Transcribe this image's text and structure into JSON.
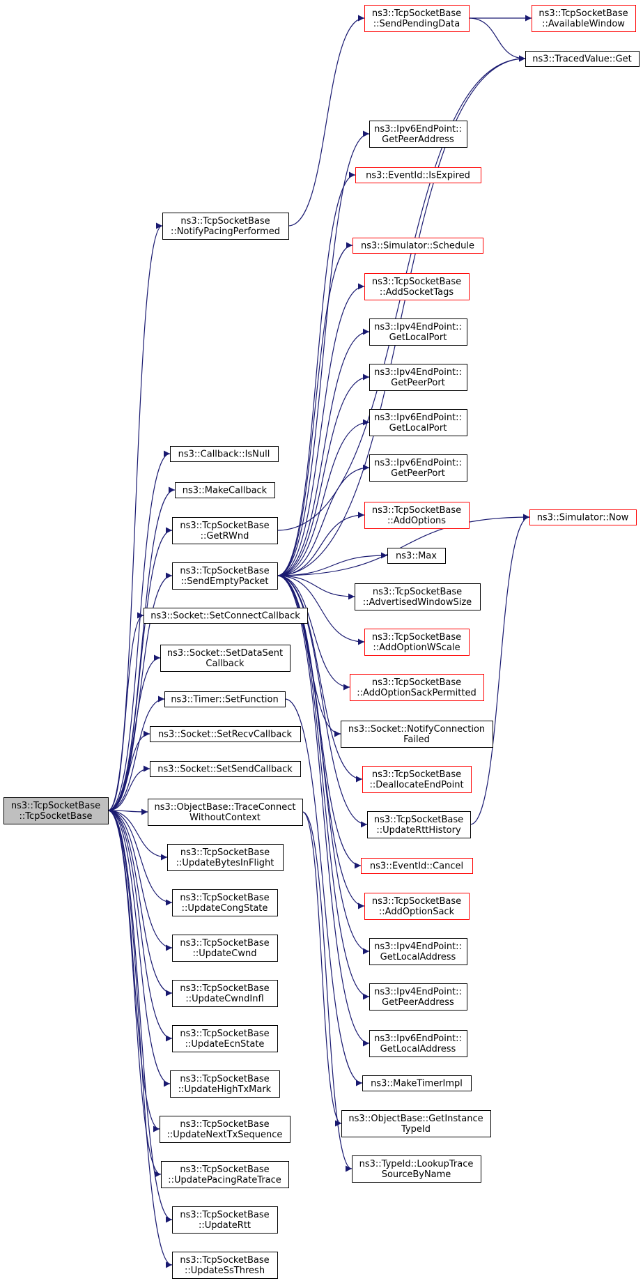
{
  "colors": {
    "edge": "#191970",
    "border_normal": "#000000",
    "border_red": "#ff0000",
    "root_fill": "#bfbfbf",
    "node_fill": "#ffffff"
  },
  "nodes": [
    {
      "id": "root",
      "lines": [
        "ns3::TcpSocketBase",
        "::TcpSocketBase"
      ],
      "style": "root"
    },
    {
      "id": "notifyPacing",
      "lines": [
        "ns3::TcpSocketBase",
        "::NotifyPacingPerformed"
      ],
      "style": "normal"
    },
    {
      "id": "callbackIsNull",
      "lines": [
        "ns3::Callback::IsNull"
      ],
      "style": "normal"
    },
    {
      "id": "makeCallback",
      "lines": [
        "ns3::MakeCallback"
      ],
      "style": "normal"
    },
    {
      "id": "getRWnd",
      "lines": [
        "ns3::TcpSocketBase",
        "::GetRWnd"
      ],
      "style": "normal"
    },
    {
      "id": "sendEmpty",
      "lines": [
        "ns3::TcpSocketBase",
        "::SendEmptyPacket"
      ],
      "style": "normal"
    },
    {
      "id": "setConnectCb",
      "lines": [
        "ns3::Socket::SetConnectCallback"
      ],
      "style": "normal"
    },
    {
      "id": "setDataSentCb",
      "lines": [
        "ns3::Socket::SetDataSent",
        "Callback"
      ],
      "style": "normal"
    },
    {
      "id": "timerSetFunction",
      "lines": [
        "ns3::Timer::SetFunction"
      ],
      "style": "normal"
    },
    {
      "id": "setRecvCb",
      "lines": [
        "ns3::Socket::SetRecvCallback"
      ],
      "style": "normal"
    },
    {
      "id": "setSendCb",
      "lines": [
        "ns3::Socket::SetSendCallback"
      ],
      "style": "normal"
    },
    {
      "id": "traceConnect",
      "lines": [
        "ns3::ObjectBase::TraceConnect",
        "WithoutContext"
      ],
      "style": "normal"
    },
    {
      "id": "updBytesInFlight",
      "lines": [
        "ns3::TcpSocketBase",
        "::UpdateBytesInFlight"
      ],
      "style": "normal"
    },
    {
      "id": "updCongState",
      "lines": [
        "ns3::TcpSocketBase",
        "::UpdateCongState"
      ],
      "style": "normal"
    },
    {
      "id": "updCwnd",
      "lines": [
        "ns3::TcpSocketBase",
        "::UpdateCwnd"
      ],
      "style": "normal"
    },
    {
      "id": "updCwndInfl",
      "lines": [
        "ns3::TcpSocketBase",
        "::UpdateCwndInfl"
      ],
      "style": "normal"
    },
    {
      "id": "updEcnState",
      "lines": [
        "ns3::TcpSocketBase",
        "::UpdateEcnState"
      ],
      "style": "normal"
    },
    {
      "id": "updHighTxMark",
      "lines": [
        "ns3::TcpSocketBase",
        "::UpdateHighTxMark"
      ],
      "style": "normal"
    },
    {
      "id": "updNextTxSeq",
      "lines": [
        "ns3::TcpSocketBase",
        "::UpdateNextTxSequence"
      ],
      "style": "normal"
    },
    {
      "id": "updPacingRate",
      "lines": [
        "ns3::TcpSocketBase",
        "::UpdatePacingRateTrace"
      ],
      "style": "normal"
    },
    {
      "id": "updRtt",
      "lines": [
        "ns3::TcpSocketBase",
        "::UpdateRtt"
      ],
      "style": "normal"
    },
    {
      "id": "updSsThresh",
      "lines": [
        "ns3::TcpSocketBase",
        "::UpdateSsThresh"
      ],
      "style": "normal"
    },
    {
      "id": "sendPending",
      "lines": [
        "ns3::TcpSocketBase",
        "::SendPendingData"
      ],
      "style": "red"
    },
    {
      "id": "tracedGet",
      "lines": [
        "ns3::TracedValue::Get"
      ],
      "style": "normal"
    },
    {
      "id": "ipv6GetPeerAddr",
      "lines": [
        "ns3::Ipv6EndPoint::",
        "GetPeerAddress"
      ],
      "style": "normal"
    },
    {
      "id": "eventIsExpired",
      "lines": [
        "ns3::EventId::IsExpired"
      ],
      "style": "red"
    },
    {
      "id": "simSchedule",
      "lines": [
        "ns3::Simulator::Schedule"
      ],
      "style": "red"
    },
    {
      "id": "addSocketTags",
      "lines": [
        "ns3::TcpSocketBase",
        "::AddSocketTags"
      ],
      "style": "red"
    },
    {
      "id": "ipv4GetLocalPort",
      "lines": [
        "ns3::Ipv4EndPoint::",
        "GetLocalPort"
      ],
      "style": "normal"
    },
    {
      "id": "ipv4GetPeerPort",
      "lines": [
        "ns3::Ipv4EndPoint::",
        "GetPeerPort"
      ],
      "style": "normal"
    },
    {
      "id": "ipv6GetLocalPort",
      "lines": [
        "ns3::Ipv6EndPoint::",
        "GetLocalPort"
      ],
      "style": "normal"
    },
    {
      "id": "ipv6GetPeerPort",
      "lines": [
        "ns3::Ipv6EndPoint::",
        "GetPeerPort"
      ],
      "style": "normal"
    },
    {
      "id": "addOptions",
      "lines": [
        "ns3::TcpSocketBase",
        "::AddOptions"
      ],
      "style": "red"
    },
    {
      "id": "max",
      "lines": [
        "ns3::Max"
      ],
      "style": "normal"
    },
    {
      "id": "advWindow",
      "lines": [
        "ns3::TcpSocketBase",
        "::AdvertisedWindowSize"
      ],
      "style": "normal"
    },
    {
      "id": "addOptionWScale",
      "lines": [
        "ns3::TcpSocketBase",
        "::AddOptionWScale"
      ],
      "style": "red"
    },
    {
      "id": "addOptionSackPerm",
      "lines": [
        "ns3::TcpSocketBase",
        "::AddOptionSackPermitted"
      ],
      "style": "red"
    },
    {
      "id": "notifyConnFailed",
      "lines": [
        "ns3::Socket::NotifyConnection",
        "Failed"
      ],
      "style": "normal"
    },
    {
      "id": "deallocEndPoint",
      "lines": [
        "ns3::TcpSocketBase",
        "::DeallocateEndPoint"
      ],
      "style": "red"
    },
    {
      "id": "updRttHistory",
      "lines": [
        "ns3::TcpSocketBase",
        "::UpdateRttHistory"
      ],
      "style": "normal"
    },
    {
      "id": "eventCancel",
      "lines": [
        "ns3::EventId::Cancel"
      ],
      "style": "red"
    },
    {
      "id": "addOptionSack",
      "lines": [
        "ns3::TcpSocketBase",
        "::AddOptionSack"
      ],
      "style": "red"
    },
    {
      "id": "ipv4GetLocalAddr",
      "lines": [
        "ns3::Ipv4EndPoint::",
        "GetLocalAddress"
      ],
      "style": "normal"
    },
    {
      "id": "ipv4GetPeerAddr",
      "lines": [
        "ns3::Ipv4EndPoint::",
        "GetPeerAddress"
      ],
      "style": "normal"
    },
    {
      "id": "ipv6GetLocalAddr",
      "lines": [
        "ns3::Ipv6EndPoint::",
        "GetLocalAddress"
      ],
      "style": "normal"
    },
    {
      "id": "makeTimerImpl",
      "lines": [
        "ns3::MakeTimerImpl"
      ],
      "style": "normal"
    },
    {
      "id": "getInstanceTypeId",
      "lines": [
        "ns3::ObjectBase::GetInstance",
        "TypeId"
      ],
      "style": "normal"
    },
    {
      "id": "lookupTraceSource",
      "lines": [
        "ns3::TypeId::LookupTrace",
        "SourceByName"
      ],
      "style": "normal"
    },
    {
      "id": "availWindow",
      "lines": [
        "ns3::TcpSocketBase",
        "::AvailableWindow"
      ],
      "style": "red"
    },
    {
      "id": "simNow",
      "lines": [
        "ns3::Simulator::Now"
      ],
      "style": "red"
    }
  ],
  "edges": [
    [
      "root",
      "notifyPacing"
    ],
    [
      "root",
      "callbackIsNull"
    ],
    [
      "root",
      "makeCallback"
    ],
    [
      "root",
      "getRWnd"
    ],
    [
      "root",
      "sendEmpty"
    ],
    [
      "root",
      "setConnectCb"
    ],
    [
      "root",
      "setDataSentCb"
    ],
    [
      "root",
      "timerSetFunction"
    ],
    [
      "root",
      "setRecvCb"
    ],
    [
      "root",
      "setSendCb"
    ],
    [
      "root",
      "traceConnect"
    ],
    [
      "root",
      "updBytesInFlight"
    ],
    [
      "root",
      "updCongState"
    ],
    [
      "root",
      "updCwnd"
    ],
    [
      "root",
      "updCwndInfl"
    ],
    [
      "root",
      "updEcnState"
    ],
    [
      "root",
      "updHighTxMark"
    ],
    [
      "root",
      "updNextTxSeq"
    ],
    [
      "root",
      "updPacingRate"
    ],
    [
      "root",
      "updRtt"
    ],
    [
      "root",
      "updSsThresh"
    ],
    [
      "notifyPacing",
      "sendPending"
    ],
    [
      "sendPending",
      "availWindow"
    ],
    [
      "sendPending",
      "tracedGet"
    ],
    [
      "getRWnd",
      "tracedGet"
    ],
    [
      "sendEmpty",
      "tracedGet"
    ],
    [
      "sendEmpty",
      "ipv6GetPeerAddr"
    ],
    [
      "sendEmpty",
      "eventIsExpired"
    ],
    [
      "sendEmpty",
      "simSchedule"
    ],
    [
      "sendEmpty",
      "addSocketTags"
    ],
    [
      "sendEmpty",
      "ipv4GetLocalPort"
    ],
    [
      "sendEmpty",
      "ipv4GetPeerPort"
    ],
    [
      "sendEmpty",
      "ipv6GetLocalPort"
    ],
    [
      "sendEmpty",
      "ipv6GetPeerPort"
    ],
    [
      "sendEmpty",
      "addOptions"
    ],
    [
      "sendEmpty",
      "max"
    ],
    [
      "sendEmpty",
      "advWindow"
    ],
    [
      "sendEmpty",
      "addOptionWScale"
    ],
    [
      "sendEmpty",
      "addOptionSackPerm"
    ],
    [
      "sendEmpty",
      "notifyConnFailed"
    ],
    [
      "sendEmpty",
      "deallocEndPoint"
    ],
    [
      "sendEmpty",
      "updRttHistory"
    ],
    [
      "sendEmpty",
      "eventCancel"
    ],
    [
      "sendEmpty",
      "addOptionSack"
    ],
    [
      "sendEmpty",
      "ipv4GetLocalAddr"
    ],
    [
      "sendEmpty",
      "ipv4GetPeerAddr"
    ],
    [
      "sendEmpty",
      "ipv6GetLocalAddr"
    ],
    [
      "sendEmpty",
      "simNow"
    ],
    [
      "updRttHistory",
      "simNow"
    ],
    [
      "timerSetFunction",
      "makeTimerImpl"
    ],
    [
      "traceConnect",
      "getInstanceTypeId"
    ],
    [
      "traceConnect",
      "lookupTraceSource"
    ]
  ]
}
